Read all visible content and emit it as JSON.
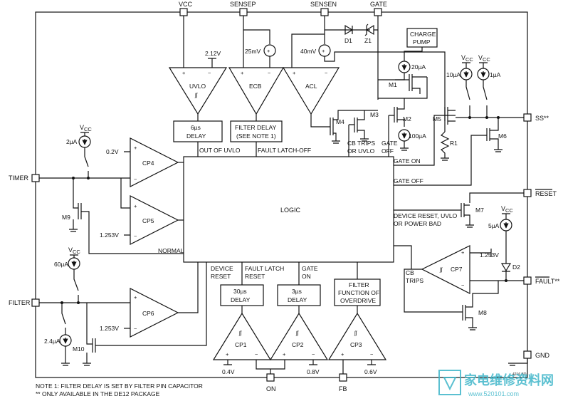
{
  "pins": {
    "vcc": "VCC",
    "sensep": "SENSEP",
    "sensen": "SENSEN",
    "gate": "GATE",
    "timer": "TIMER",
    "filter": "FILTER",
    "ss": "SS**",
    "reset": "RESET",
    "fault": "FAULT**",
    "gnd": "GND",
    "on": "ON",
    "fb": "FB"
  },
  "blocks": {
    "uvlo": "UVLO",
    "ecb": "ECB",
    "acl": "ACL",
    "cp1": "CP1",
    "cp2": "CP2",
    "cp3": "CP3",
    "cp4": "CP4",
    "cp5": "CP5",
    "cp6": "CP6",
    "cp7": "CP7",
    "logic": "LOGIC",
    "charge_pump_1": "CHARGE",
    "charge_pump_2": "PUMP",
    "delay6_1": "6µs",
    "delay6_2": "DELAY",
    "filterdelay_1": "FILTER DELAY",
    "filterdelay_2": "(SEE NOTE 1)",
    "delay30_1": "30µs",
    "delay30_2": "DELAY",
    "delay3_1": "3µs",
    "delay3_2": "DELAY",
    "filterfn_1": "FILTER",
    "filterfn_2": "FUNCTION OF",
    "filterfn_3": "OVERDRIVE"
  },
  "signals": {
    "out_of_uvlo": "OUT OF UVLO",
    "fault_latch_off": "FAULT LATCH-OFF",
    "cb_trips_or_uvlo_1": "CB TRIPS",
    "cb_trips_or_uvlo_2": "OR UVLO",
    "gate_off_1": "GATE",
    "gate_off_2": "OFF",
    "gate_on": "GATE ON",
    "gate_off": "GATE OFF",
    "device_reset_1": "DEVICE RESET, UVLO",
    "device_reset_2": "OR POWER BAD",
    "normal": "NORMAL",
    "device_reset_b1": "DEVICE",
    "device_reset_b2": "RESET",
    "fault_latch_reset_1": "FAULT LATCH",
    "fault_latch_reset_2": "RESET",
    "gate_on_b1": "GATE",
    "gate_on_b2": "ON",
    "cb_trips_1": "CB",
    "cb_trips_2": "TRIPS"
  },
  "values": {
    "v212": "2.12V",
    "mv25": "25mV",
    "mv40": "40mV",
    "ua20": "20µA",
    "ua100": "100µA",
    "ua10": "10µA",
    "ua1": "1µA",
    "ua2": "2µA",
    "v02": "0.2V",
    "v1253a": "1.253V",
    "ua60": "60µA",
    "v1253b": "1.253V",
    "ua24": "2.4µA",
    "ua5": "5µA",
    "v1253c": "1.253V",
    "v04": "0.4V",
    "v08": "0.8V",
    "v06": "0.6V"
  },
  "devices": {
    "d1": "D1",
    "z1": "Z1",
    "m1": "M1",
    "m2": "M2",
    "m3": "M3",
    "m4": "M4",
    "m5": "M5",
    "m6": "M6",
    "m7": "M7",
    "m8": "M8",
    "m9": "M9",
    "m10": "M10",
    "r1": "R1",
    "d2": "D2"
  },
  "notes": {
    "line1": "NOTE 1: FILTER DELAY IS SET BY FILTER PIN CAPACITOR",
    "line2": "** ONLY AVAILABLE IN THE DE12 PACKAGE"
  },
  "figure_id": "4216 BD",
  "watermark": {
    "cn": "家电维修资料网",
    "url": "www.520101.com"
  }
}
